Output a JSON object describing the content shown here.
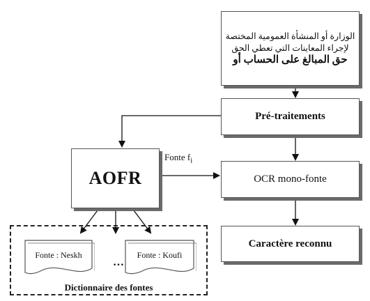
{
  "arabic_text": {
    "lines": [
      "الوزارة أو المنشأة العمومية المختصة",
      "لإجراء المعاينات التي تعطي الحق",
      "حق المبالغ على الحساب أو"
    ]
  },
  "pretraitements_label": "Pré-traitements",
  "aofr_label": "AOFR",
  "ocr_label": "OCR mono-fonte",
  "caractere_label": "Caractère reconnu",
  "fonte_label": "Fonte f",
  "fonte_subscript": "i",
  "dictionary": {
    "title": "Dictionnaire des fontes",
    "documents": [
      {
        "label": "Fonte : Neskh"
      },
      {
        "label": "Fonte : Koufi"
      }
    ],
    "ellipsis": "…"
  }
}
